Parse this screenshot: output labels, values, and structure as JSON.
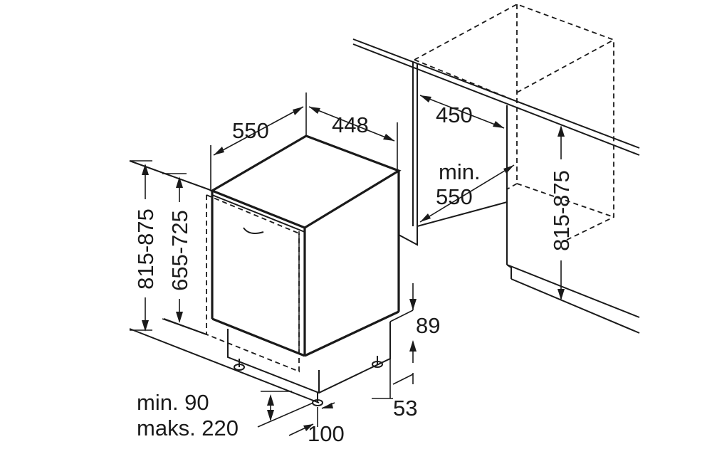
{
  "labels": {
    "depth_550": "550",
    "width_448": "448",
    "niche_width_450": "450",
    "niche_depth_min": "min.",
    "niche_depth_550": "550",
    "height_815_875_left": "815-875",
    "height_655_725": "655-725",
    "niche_height_815_875": "815-875",
    "plinth_89": "89",
    "plinth_53": "53",
    "plinth_min_90": "min. 90",
    "plinth_max_220": "maks. 220",
    "plinth_100": "100"
  }
}
